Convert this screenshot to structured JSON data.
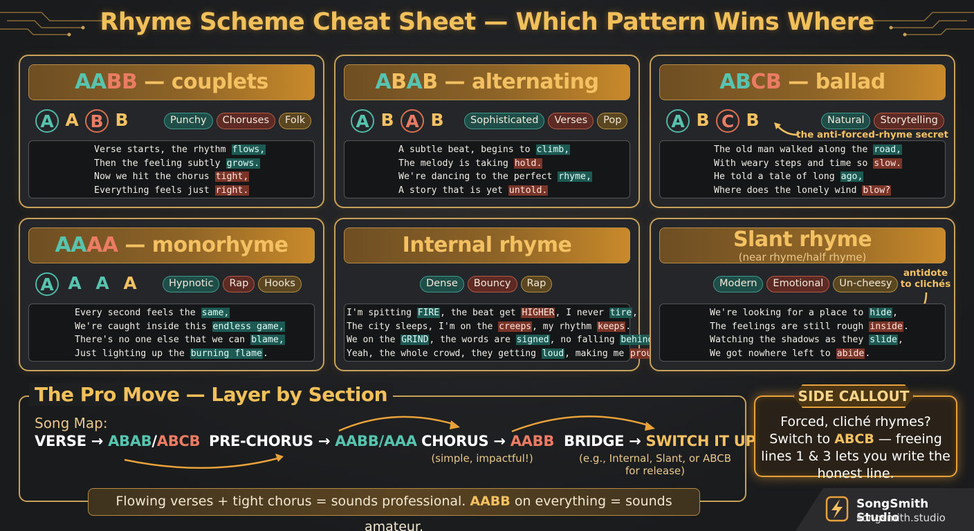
{
  "title": "Rhyme Scheme Cheat Sheet — Which Pattern Wins Where",
  "cards": [
    {
      "head_parts": [
        [
          "A",
          "t"
        ],
        [
          "A",
          "t"
        ],
        [
          "B",
          "r"
        ],
        [
          "B",
          "r"
        ],
        [
          " — couplets",
          "g"
        ]
      ],
      "letters": [
        [
          "A",
          "circ-t"
        ],
        [
          "A",
          "plain"
        ],
        [
          "B",
          "circ-r"
        ],
        [
          "B",
          "plain"
        ]
      ],
      "tags": [
        [
          "Punchy",
          "teal"
        ],
        [
          "Choruses",
          "red"
        ],
        [
          "Folk",
          "gold"
        ]
      ],
      "lyrics": [
        [
          [
            "Verse starts, the rhythm ",
            ""
          ],
          [
            "flows,",
            "t"
          ]
        ],
        [
          [
            "Then the feeling subtly ",
            ""
          ],
          [
            "grows.",
            "t"
          ]
        ],
        [
          [
            "Now we hit the chorus ",
            ""
          ],
          [
            "tight,",
            "r"
          ]
        ],
        [
          [
            "Everything feels just ",
            ""
          ],
          [
            "right.",
            "r"
          ]
        ]
      ]
    },
    {
      "head_parts": [
        [
          "A",
          "t"
        ],
        [
          "B",
          "g"
        ],
        [
          "A",
          "t"
        ],
        [
          "B",
          "g"
        ],
        [
          " — alternating",
          "g"
        ]
      ],
      "letters": [
        [
          "A",
          "circ-t"
        ],
        [
          "B",
          "plain"
        ],
        [
          "A",
          "circ-r"
        ],
        [
          "B",
          "plain"
        ]
      ],
      "tags": [
        [
          "Sophisticated",
          "teal"
        ],
        [
          "Verses",
          "red"
        ],
        [
          "Pop",
          "gold"
        ]
      ],
      "lyrics": [
        [
          [
            "A subtle beat, begins to ",
            ""
          ],
          [
            "climb,",
            "t"
          ]
        ],
        [
          [
            "The melody is taking ",
            ""
          ],
          [
            "hold.",
            "r"
          ]
        ],
        [
          [
            "We're dancing to the perfect ",
            ""
          ],
          [
            "rhyme,",
            "t"
          ]
        ],
        [
          [
            "A story that is yet ",
            ""
          ],
          [
            "untold.",
            "r"
          ]
        ]
      ]
    },
    {
      "head_parts": [
        [
          "A",
          "t"
        ],
        [
          "B",
          "t"
        ],
        [
          "C",
          "r"
        ],
        [
          "B",
          "r"
        ],
        [
          " — ballad",
          "g"
        ]
      ],
      "letters": [
        [
          "A",
          "circ-t"
        ],
        [
          "B",
          "plain"
        ],
        [
          "C",
          "circ-r"
        ],
        [
          "B",
          "plain"
        ]
      ],
      "tags": [
        [
          "Natural",
          "teal"
        ],
        [
          "Storytelling",
          "red"
        ]
      ],
      "note": "the anti-forced-rhyme secret",
      "lyrics": [
        [
          [
            "The old man walked along the ",
            ""
          ],
          [
            "road,",
            "t"
          ]
        ],
        [
          [
            "With weary steps and time so ",
            ""
          ],
          [
            "slow.",
            "r"
          ]
        ],
        [
          [
            "He told a tale of long ",
            ""
          ],
          [
            "ago,",
            "t"
          ]
        ],
        [
          [
            "Where does the lonely wind ",
            ""
          ],
          [
            "blow?",
            "r"
          ]
        ]
      ]
    },
    {
      "head_parts": [
        [
          "A",
          "t"
        ],
        [
          "A",
          "t"
        ],
        [
          "A",
          "r"
        ],
        [
          "A",
          "r"
        ],
        [
          " — monorhyme",
          "g"
        ]
      ],
      "letters": [
        [
          "A",
          "circ-t"
        ],
        [
          "A",
          "plain-t"
        ],
        [
          "A",
          "plain-t"
        ],
        [
          "A",
          "plain"
        ]
      ],
      "tags": [
        [
          "Hypnotic",
          "teal"
        ],
        [
          "Rap",
          "red"
        ],
        [
          "Hooks",
          "gold"
        ]
      ],
      "lyrics": [
        [
          [
            "Every second feels the ",
            ""
          ],
          [
            "same,",
            "t"
          ]
        ],
        [
          [
            "We're caught inside this ",
            ""
          ],
          [
            "endless game,",
            "t"
          ]
        ],
        [
          [
            "There's no one else that we can ",
            ""
          ],
          [
            "blame,",
            "t"
          ]
        ],
        [
          [
            "Just lighting up the ",
            ""
          ],
          [
            "burning flame",
            "t"
          ],
          [
            ".",
            ""
          ]
        ]
      ]
    },
    {
      "head_parts": [
        [
          "Internal rhyme",
          "g"
        ]
      ],
      "letters": [],
      "tags": [
        [
          "Dense",
          "teal"
        ],
        [
          "Bouncy",
          "red"
        ],
        [
          "Rap",
          "gold"
        ]
      ],
      "lyrics": [
        [
          [
            "I'm spitting ",
            ""
          ],
          [
            "FIRE",
            "t"
          ],
          [
            ", the beat get ",
            ""
          ],
          [
            "HIGHER",
            "r"
          ],
          [
            ", I never ",
            ""
          ],
          [
            "tire",
            "t"
          ],
          [
            ",",
            ""
          ]
        ],
        [
          [
            "The city sleeps, I'm on the ",
            ""
          ],
          [
            "creeps",
            "r"
          ],
          [
            ", my rhythm ",
            ""
          ],
          [
            "keeps",
            "r"
          ],
          [
            ".",
            ""
          ]
        ],
        [
          [
            "We on the ",
            ""
          ],
          [
            "GRIND",
            "t"
          ],
          [
            ", the words are ",
            ""
          ],
          [
            "signed",
            "t"
          ],
          [
            ", no falling ",
            ""
          ],
          [
            "behind",
            "t"
          ],
          [
            ",",
            ""
          ]
        ],
        [
          [
            "Yeah, the whole crowd, they getting ",
            ""
          ],
          [
            "loud",
            "t"
          ],
          [
            ", making me ",
            ""
          ],
          [
            "proud",
            "r"
          ],
          [
            ".",
            ""
          ]
        ]
      ]
    },
    {
      "head_parts": [
        [
          "Slant rhyme",
          "g"
        ]
      ],
      "head_sub": "(near rhyme/half rhyme)",
      "letters": [],
      "tags": [
        [
          "Modern",
          "teal"
        ],
        [
          "Emotional",
          "red"
        ],
        [
          "Un-cheesy",
          "gold"
        ]
      ],
      "note": "antidote to clichés",
      "lyrics": [
        [
          [
            "We're looking for a place to ",
            ""
          ],
          [
            "hide",
            "t"
          ],
          [
            ",",
            ""
          ]
        ],
        [
          [
            "The feelings are still rough ",
            ""
          ],
          [
            "inside",
            "r"
          ],
          [
            ".",
            ""
          ]
        ],
        [
          [
            "Watching the shadows as they ",
            ""
          ],
          [
            "slide",
            "t"
          ],
          [
            ",",
            ""
          ]
        ],
        [
          [
            "We got nowhere left to ",
            ""
          ],
          [
            "abide",
            "r"
          ],
          [
            ".",
            ""
          ]
        ]
      ]
    }
  ],
  "pro": {
    "title": "The Pro Move — Layer by Section",
    "song_map": "Song Map:",
    "verse": "VERSE →",
    "verse_a": "ABAB",
    "verse_b": "ABCB",
    "pre": "PRE-CHORUS →",
    "pre_a": "AABB",
    "pre_b": "AAA",
    "chorus": "CHORUS →",
    "chorus_a": "AABB",
    "chorus_sub": "(simple, impactful!)",
    "bridge": "BRIDGE →",
    "bridge_a": "SWITCH IT UP",
    "bridge_sub1": "(e.g., Internal, Slant, or ABCB",
    "bridge_sub2": "for release)",
    "bottom_pre": "Flowing verses + tight chorus = sounds professional.",
    "bottom_bold": "AABB",
    "bottom_post": "on everything = sounds amateur."
  },
  "side": {
    "tag": "SIDE CALLOUT",
    "pre": "Forced, cliché rhymes? Switch to",
    "bold": "ABCB",
    "post": "— freeing lines 1 & 3 lets you write the honest line."
  },
  "brand": {
    "name": "SongSmith Studio",
    "url": "songsmith.studio"
  },
  "colors": {
    "teal": "#57c4b0",
    "red": "#e97c63",
    "gold": "#f3c062"
  }
}
